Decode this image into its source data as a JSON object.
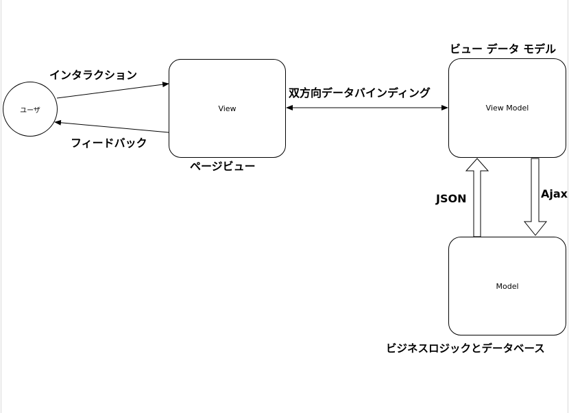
{
  "nodes": {
    "user": "ユーザ",
    "view": "View",
    "view_model": "View Model",
    "model": "Model"
  },
  "labels": {
    "interaction": "インタラクション",
    "feedback": "フィードバック",
    "page_view": "ページビュー",
    "two_way_binding": "双方向データバインディング",
    "view_data_model": "ビュー データ モデル",
    "json": "JSON",
    "ajax": "Ajax",
    "business_logic_db": "ビジネスロジックとデータベース"
  }
}
